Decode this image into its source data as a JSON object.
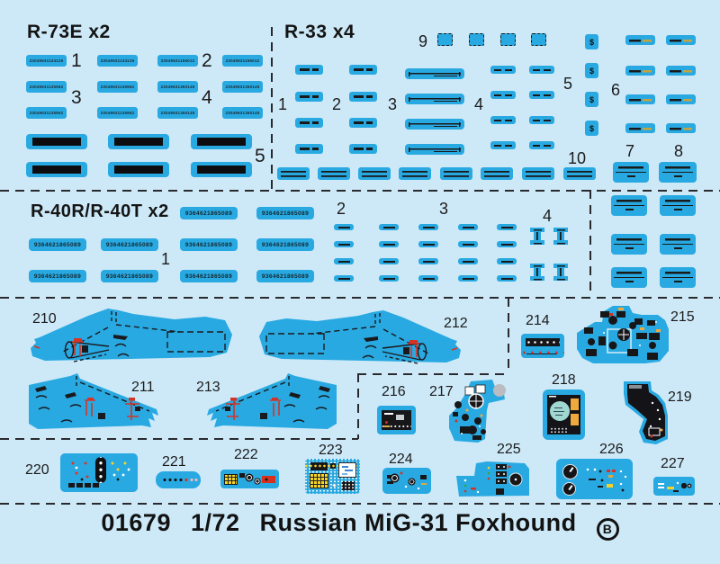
{
  "colors": {
    "background": "#cde9f8",
    "decal_blue": "#29a9e1",
    "ink": "#1a1a1e",
    "red": "#d43425",
    "amber": "#e0a93c",
    "teal_radar": "#9fd8d2",
    "yellow": "#f5d327"
  },
  "sections": {
    "r73e": {
      "title": "R-73E x2",
      "num1": "1",
      "num2": "2",
      "num3": "3",
      "num4": "4",
      "num5": "5",
      "serial_a": "23049631134126",
      "serial_b": "23049631156012",
      "serial_c": "23049631135962",
      "serial_d": "23049631360145"
    },
    "r33": {
      "title": "R-33 x4",
      "num1": "1",
      "num2": "2",
      "num3": "3",
      "num4": "4",
      "num5": "5",
      "num6": "6",
      "num7": "7",
      "num8": "8",
      "num9": "9",
      "num10": "10",
      "symbol5": "$"
    },
    "r40": {
      "title": "R-40R/R-40T x2",
      "num1": "1",
      "num2": "2",
      "num3": "3",
      "num4": "4",
      "serial": "9364621865089"
    }
  },
  "parts": {
    "p210": "210",
    "p211": "211",
    "p212": "212",
    "p213": "213",
    "p214": "214",
    "p215": "215",
    "p216": "216",
    "p217": "217",
    "p218": "218",
    "p219": "219",
    "p220": "220",
    "p221": "221",
    "p222": "222",
    "p223": "223",
    "p224": "224",
    "p225": "225",
    "p226": "226",
    "p227": "227"
  },
  "footer": {
    "code": "01679",
    "scale": "1/72",
    "name": "Russian MiG-31 Foxhound",
    "badge": "B"
  }
}
